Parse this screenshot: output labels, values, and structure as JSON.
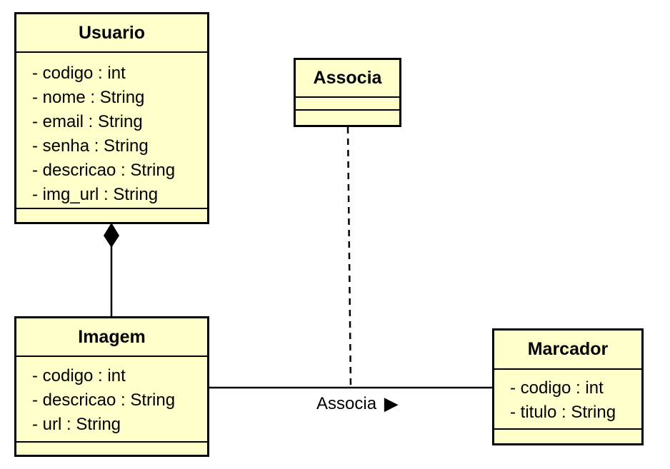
{
  "classes": {
    "usuario": {
      "name": "Usuario",
      "attributes": [
        "- codigo : int",
        "- nome : String",
        "- email : String",
        "- senha : String",
        "- descricao : String",
        "- img_url : String"
      ]
    },
    "associa": {
      "name": "Associa",
      "attributes": []
    },
    "imagem": {
      "name": "Imagem",
      "attributes": [
        "- codigo : int",
        "- descricao : String",
        "- url : String"
      ]
    },
    "marcador": {
      "name": "Marcador",
      "attributes": [
        "- codigo : int",
        "- titulo : String"
      ]
    }
  },
  "relationships": {
    "composition": {
      "from": "Usuario",
      "to": "Imagem",
      "type": "composition"
    },
    "association": {
      "from": "Imagem",
      "to": "Marcador",
      "label": "Associa",
      "arrow": "▶",
      "association_class": "Associa"
    }
  }
}
